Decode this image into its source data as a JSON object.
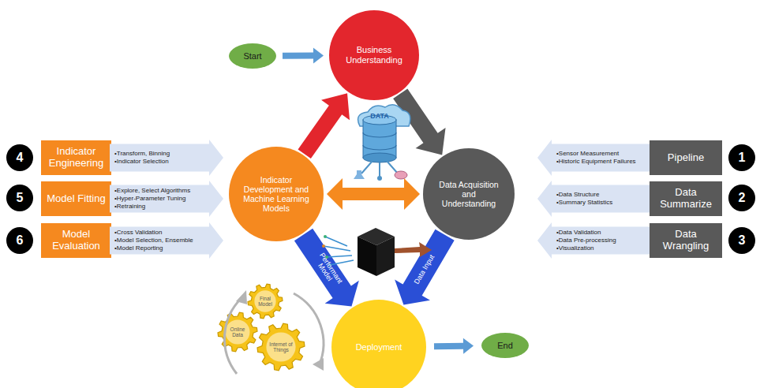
{
  "diagram": {
    "nodes": [
      {
        "text": [
          "Start"
        ]
      },
      {
        "text": [
          "Business Understanding"
        ]
      },
      {
        "text": [
          "Indicator Engineering"
        ]
      },
      {
        "text": [
          "•Transform, Binning",
          "•Indicator Selection"
        ]
      },
      {
        "text": [
          "•Sensor Measurement",
          "•Historic Equipment Failures"
        ]
      },
      {
        "text": [
          "Pipeline"
        ]
      },
      {
        "text": [
          "Model Fitting"
        ]
      },
      {
        "text": [
          "•Explore, Select Algorithms",
          "•Hyper-Parameter Tuning",
          "•Retraining"
        ]
      },
      {
        "text": [
          "Indicator Development and Machine Learning Models"
        ]
      },
      {
        "text": [
          "Data Acquisition and Understanding"
        ]
      },
      {
        "text": [
          "•Data Structure",
          "•Summary Statistics"
        ]
      },
      {
        "text": [
          "Data Summarize"
        ]
      },
      {
        "text": [
          "Model Evaluation"
        ]
      },
      {
        "text": [
          "•Cross Validation",
          "•Model Selection, Ensemble",
          "•Model Reporting"
        ]
      },
      {
        "text": [
          "•Data Validation",
          "•Data Pre-processing",
          "•Visualization"
        ]
      },
      {
        "text": [
          "Data Wrangling"
        ]
      },
      {
        "text": [
          "Final Model"
        ]
      },
      {
        "text": [
          "Online Data"
        ]
      },
      {
        "text": [
          "Internet of Things"
        ]
      },
      {
        "text": [
          "Deployment"
        ]
      },
      {
        "text": [
          "End"
        ]
      }
    ],
    "edges": [
      {
        "from": 0,
        "to": 1,
        "arrow": "to"
      },
      {
        "from": 1,
        "to": 9,
        "arrow": "to"
      },
      {
        "from": 8,
        "to": 1,
        "arrow": "to"
      },
      {
        "from": 8,
        "to": 9,
        "arrow": "both"
      },
      {
        "from": 8,
        "to": 19,
        "label": "Performant Model",
        "arrow": "to"
      },
      {
        "from": 9,
        "to": 19,
        "label": "Data Input",
        "arrow": "to"
      },
      {
        "from": 19,
        "to": 20,
        "arrow": "to"
      }
    ],
    "labels": [
      "4",
      "1",
      "5",
      "2",
      "6",
      "3",
      "DATA"
    ]
  }
}
